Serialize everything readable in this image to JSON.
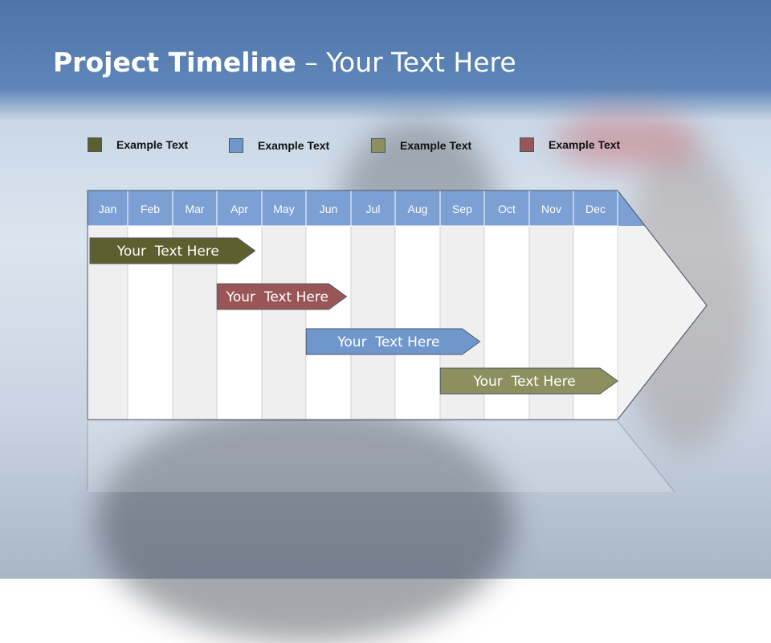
{
  "slide": {
    "title_bold": "Project Timeline",
    "title_rest": " – Your Text Here"
  },
  "legend": [
    {
      "label": "Example Text",
      "color": "#5e5f2e"
    },
    {
      "label": "Example Text",
      "color": "#7097cc"
    },
    {
      "label": "Example Text",
      "color": "#8e8f5e"
    },
    {
      "label": "Example Text",
      "color": "#9a5656"
    }
  ],
  "timeline": {
    "months": [
      "Jan",
      "Feb",
      "Mar",
      "Apr",
      "May",
      "Jun",
      "Jul",
      "Aug",
      "Sep",
      "Oct",
      "Nov",
      "Dec"
    ],
    "header_color": "#7c9fd4",
    "tasks": [
      {
        "label": "Your  Text Here",
        "start": 0.0,
        "end": 3.85,
        "color": "#5e5f2e"
      },
      {
        "label": "Your  Text Here",
        "start": 2.95,
        "end": 5.9,
        "color": "#9a5656"
      },
      {
        "label": "Your  Text Here",
        "start": 4.95,
        "end": 8.9,
        "color": "#7097cc"
      },
      {
        "label": "Your  Text Here",
        "start": 7.95,
        "end": 12.0,
        "color": "#8e8f5e"
      }
    ]
  }
}
